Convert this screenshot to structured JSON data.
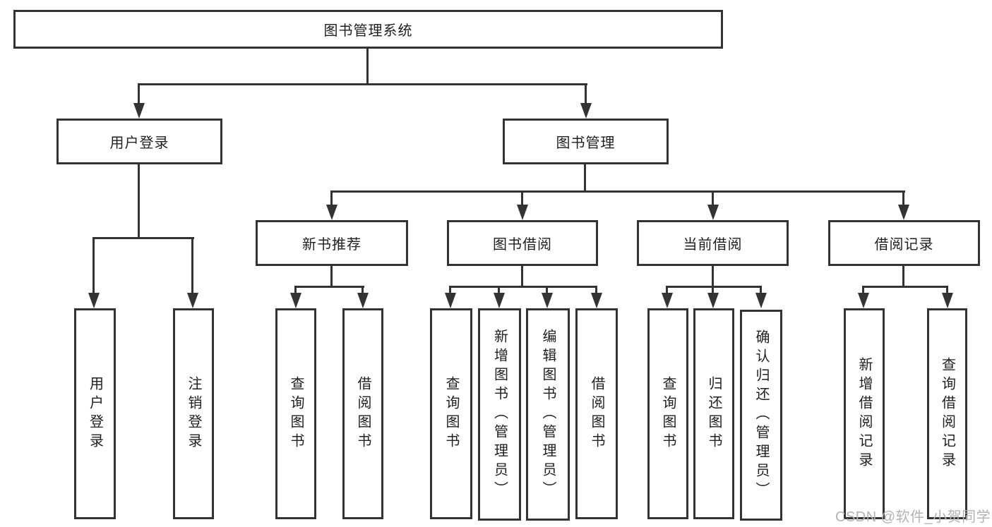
{
  "root": {
    "label": "图书管理系统"
  },
  "branches": [
    {
      "label": "用户登录",
      "children": [
        "用户登录",
        "注销登录"
      ]
    },
    {
      "label": "图书管理",
      "sections": [
        {
          "label": "新书推荐",
          "children": [
            "查询图书",
            "借阅图书"
          ]
        },
        {
          "label": "图书借阅",
          "children": [
            "查询图书",
            "新增图书（管理员）",
            "编辑图书（管理员）",
            "借阅图书"
          ]
        },
        {
          "label": "当前借阅",
          "children": [
            "查询图书",
            "归还图书",
            "确认归还（管理员）"
          ]
        },
        {
          "label": "借阅记录",
          "children": [
            "新增借阅记录",
            "查询借阅记录"
          ]
        }
      ]
    }
  ],
  "watermark": {
    "text": "CSDN @软件_小贺同学"
  },
  "colors": {
    "line": "#333333",
    "text": "#1f1f1f",
    "watermark": "#b3b3b3",
    "background": "#ffffff"
  }
}
